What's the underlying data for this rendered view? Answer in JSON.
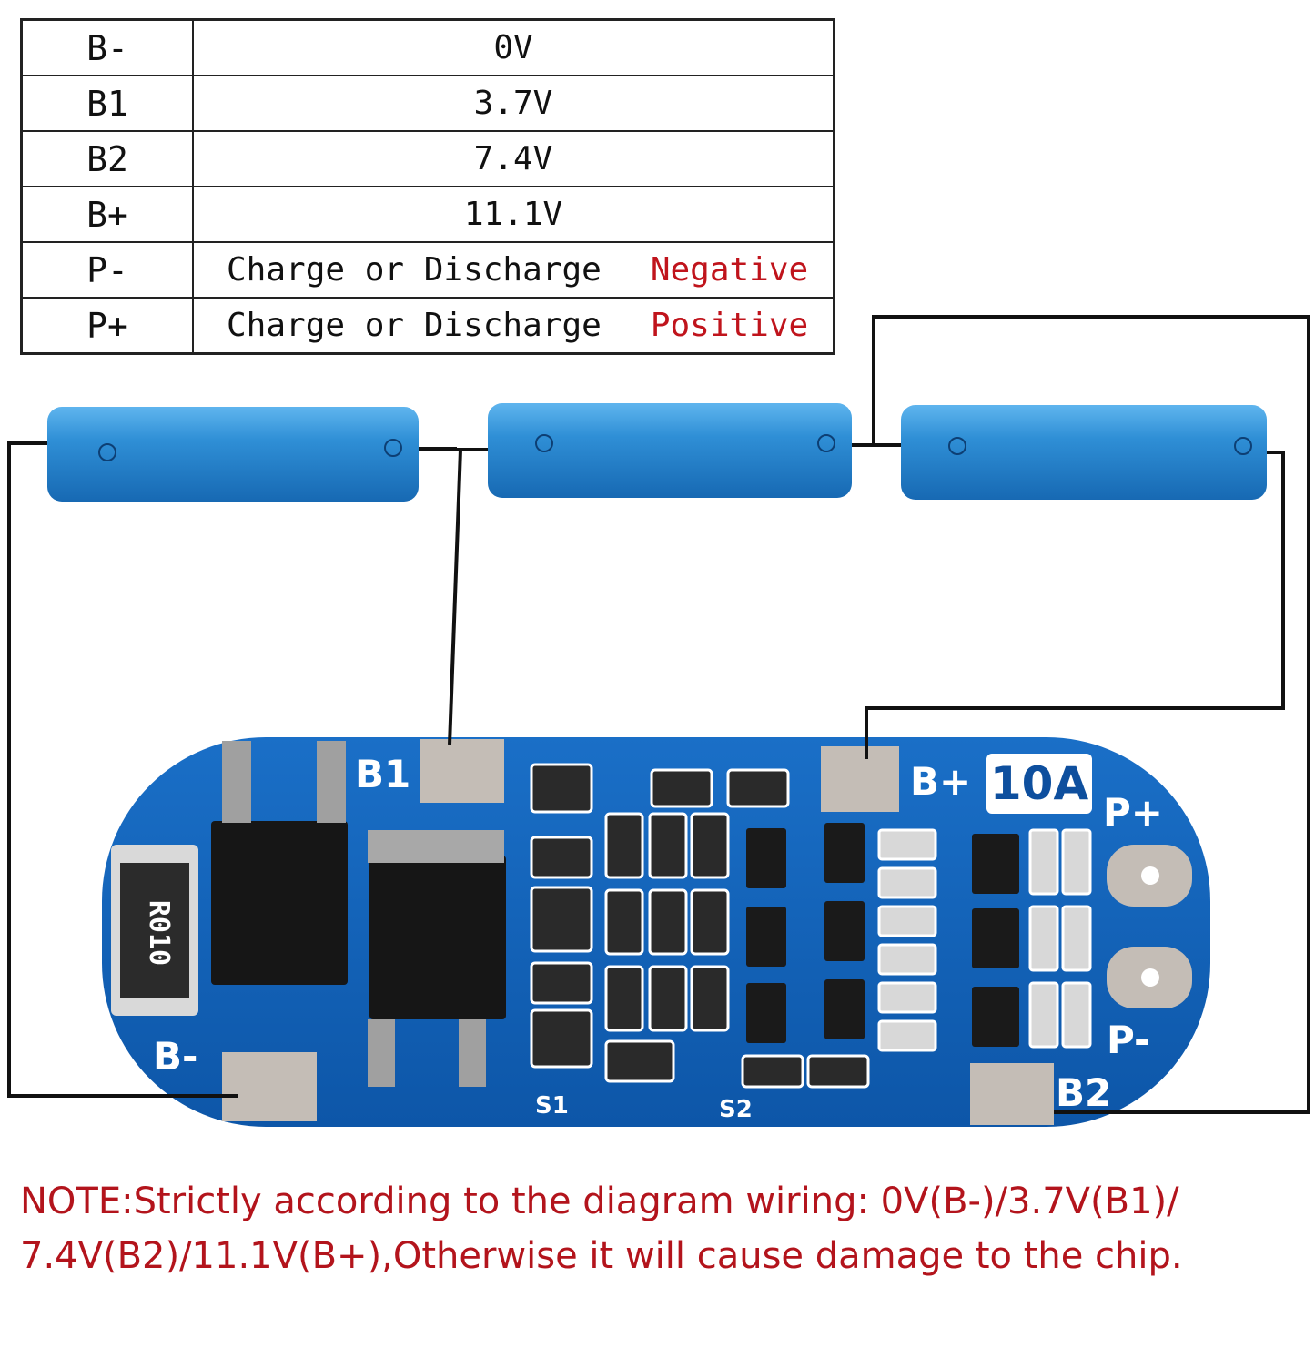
{
  "pin_table": {
    "rows": [
      {
        "pin": "B-",
        "value": "0V",
        "polarity": ""
      },
      {
        "pin": "B1",
        "value": "3.7V",
        "polarity": ""
      },
      {
        "pin": "B2",
        "value": "7.4V",
        "polarity": ""
      },
      {
        "pin": "B+",
        "value": "11.1V",
        "polarity": ""
      },
      {
        "pin": "P-",
        "value": "Charge or Discharge",
        "polarity": "Negative"
      },
      {
        "pin": "P+",
        "value": "Charge or Discharge",
        "polarity": "Positive"
      }
    ]
  },
  "board": {
    "labels": {
      "b1": "B1",
      "bplus": "B+",
      "bminus": "B-",
      "b2": "B2",
      "pplus": "P+",
      "pminus": "P-",
      "s1": "S1",
      "s2": "S2"
    },
    "current_rating": "10A",
    "resistor_code": "R010"
  },
  "note": {
    "line1": "NOTE:Strictly according to the diagram wiring: 0V(B-)/3.7V(B1)/",
    "line2": "7.4V(B2)/11.1V(B+),Otherwise it will cause damage to the chip."
  },
  "colors": {
    "board_blue": "#1160b8",
    "battery_blue": "#2f8fd6",
    "note_red": "#b3141c",
    "polarity_red": "#c0141c"
  }
}
